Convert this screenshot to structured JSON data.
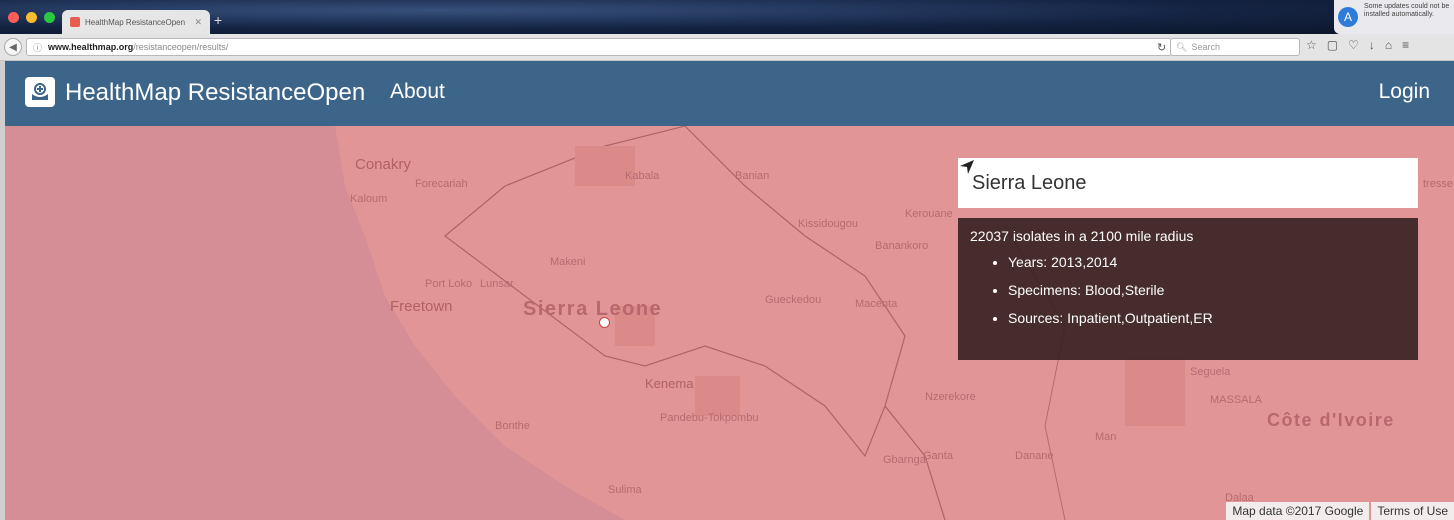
{
  "browser": {
    "tab_title": "HealthMap ResistanceOpen",
    "new_tab": "+",
    "url_domain": "www.healthmap.org",
    "url_path": "/resistanceopen/results/",
    "search_placeholder": "Search",
    "notification": "Some updates could not be installed automatically."
  },
  "header": {
    "brand": "HealthMap ResistanceOpen",
    "about": "About",
    "login": "Login"
  },
  "search": {
    "value": "Sierra Leone"
  },
  "info": {
    "summary": "22037 isolates in a 2100 mile radius",
    "items": [
      "Years: 2013,2014",
      "Specimens: Blood,Sterile",
      "Sources: Inpatient,Outpatient,ER"
    ]
  },
  "map": {
    "labels": {
      "conakry": "Conakry",
      "forecariah": "Forecariah",
      "kaloum": "Kaloum",
      "kabala": "Kabala",
      "banian": "Banian",
      "kerouane": "Kerouane",
      "kissidougou": "Kissidougou",
      "banankoro": "Banankoro",
      "makeni": "Makeni",
      "port_loko": "Port Loko",
      "lunsar": "Lunsar",
      "freetown": "Freetown",
      "sierra_leone": "Sierra Leone",
      "gueckedou": "Gueckedou",
      "macenta": "Macenta",
      "kenema": "Kenema",
      "pandebu": "Pandebu-Tokpombu",
      "bonthe": "Bonthe",
      "sulima": "Sulima",
      "nzerekore": "Nzerekore",
      "gbarnga": "Gbarnga",
      "ganta": "Ganta",
      "danane": "Danane",
      "man": "Man",
      "seguela": "Seguela",
      "massala": "MASSALA",
      "cote_divoire": "Côte d'Ivoire",
      "dabala": "Dalaa",
      "tresse": "tresse"
    },
    "attribution": "Map data ©2017 Google",
    "terms": "Terms of Use"
  },
  "colors": {
    "header_bg": "#3c6589",
    "overlay": "#e96069",
    "info_bg": "#301e1e"
  }
}
